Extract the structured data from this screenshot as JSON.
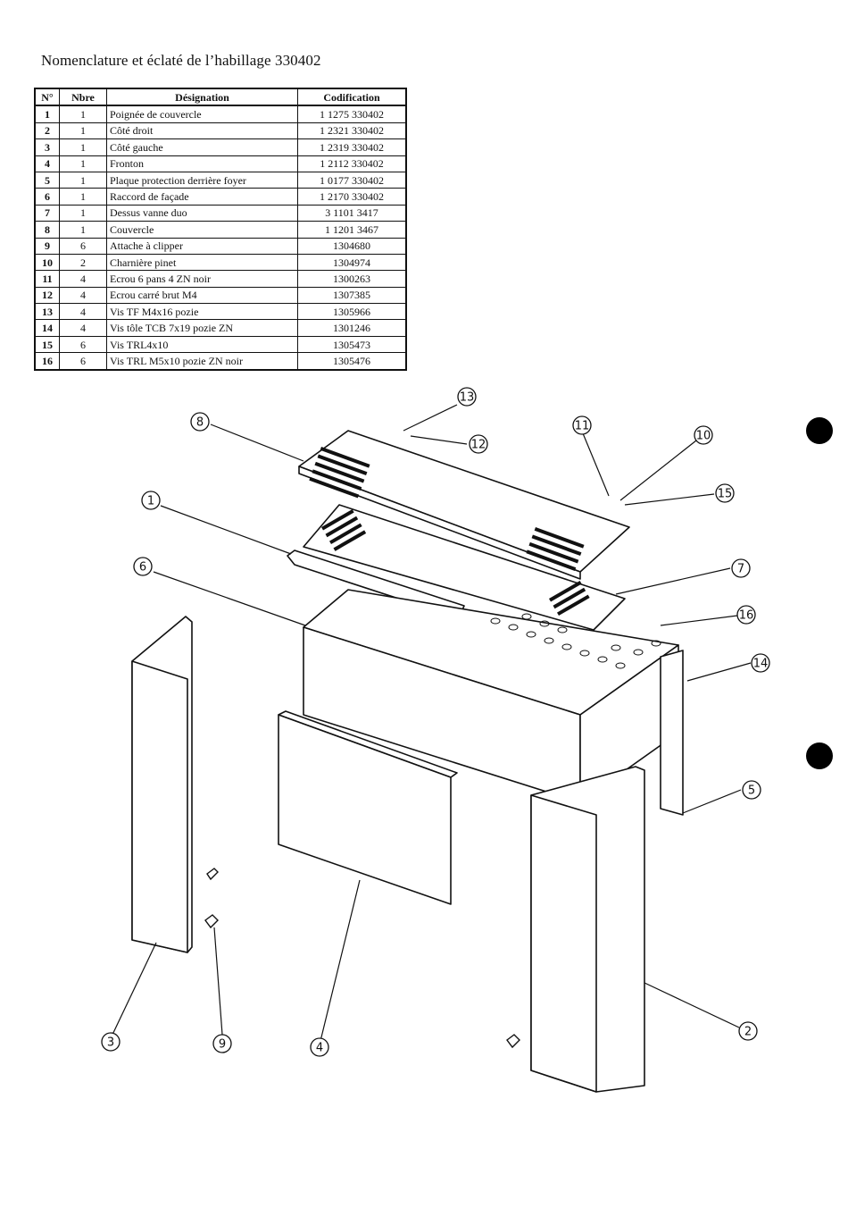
{
  "title": "Nomenclature et éclaté de l’habillage 330402",
  "table": {
    "headers": [
      "N°",
      "Nbre",
      "Désignation",
      "Codification"
    ],
    "rows": [
      {
        "n": "1",
        "qty": "1",
        "designation": "Poignée de couvercle",
        "code": "1  1275  330402"
      },
      {
        "n": "2",
        "qty": "1",
        "designation": "Côté droit",
        "code": "1  2321  330402"
      },
      {
        "n": "3",
        "qty": "1",
        "designation": "Côté gauche",
        "code": "1  2319  330402"
      },
      {
        "n": "4",
        "qty": "1",
        "designation": "Fronton",
        "code": "1  2112  330402"
      },
      {
        "n": "5",
        "qty": "1",
        "designation": "Plaque protection derrière foyer",
        "code": "1  0177  330402"
      },
      {
        "n": "6",
        "qty": "1",
        "designation": "Raccord de façade",
        "code": "1  2170  330402"
      },
      {
        "n": "7",
        "qty": "1",
        "designation": "Dessus vanne duo",
        "code": "3  1101  3417"
      },
      {
        "n": "8",
        "qty": "1",
        "designation": "Couvercle",
        "code": "1  1201  3467"
      },
      {
        "n": "9",
        "qty": "6",
        "designation": "Attache à clipper",
        "code": "1304680"
      },
      {
        "n": "10",
        "qty": "2",
        "designation": "Charnière pinet",
        "code": "1304974"
      },
      {
        "n": "11",
        "qty": "4",
        "designation": "Ecrou 6 pans 4 ZN noir",
        "code": "1300263"
      },
      {
        "n": "12",
        "qty": "4",
        "designation": "Ecrou carré brut M4",
        "code": "1307385"
      },
      {
        "n": "13",
        "qty": "4",
        "designation": "Vis TF M4x16 pozie",
        "code": "1305966"
      },
      {
        "n": "14",
        "qty": "4",
        "designation": "Vis tôle TCB 7x19 pozie ZN",
        "code": "1301246"
      },
      {
        "n": "15",
        "qty": "6",
        "designation": "Vis TRL4x10",
        "code": "1305473"
      },
      {
        "n": "16",
        "qty": "6",
        "designation": "Vis TRL M5x10 pozie ZN noir",
        "code": "1305476"
      }
    ]
  },
  "callouts": [
    "1",
    "2",
    "3",
    "4",
    "5",
    "6",
    "7",
    "8",
    "9",
    "10",
    "11",
    "12",
    "13",
    "14",
    "15",
    "16"
  ]
}
